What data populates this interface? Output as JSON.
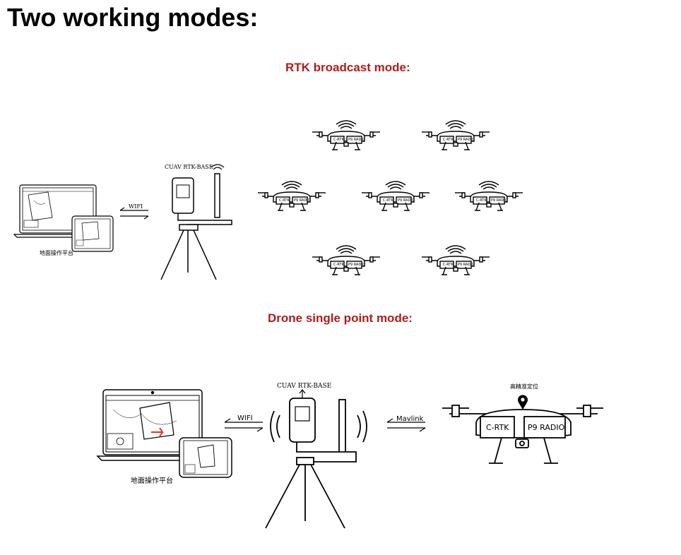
{
  "page": {
    "title": "Two working modes:",
    "accent_color": "#b01c1c"
  },
  "rtk_broadcast": {
    "title": "RTK broadcast mode:",
    "ground_station_label": "地面操作平台",
    "link_label": "WIFI",
    "base_label": "CUAV  RTK-BASE",
    "drone_label_left": "C-RTK",
    "drone_label_right": "P9 RADIO"
  },
  "single_point": {
    "title": "Drone single point mode:",
    "ground_station_label": "地面操作平台",
    "link_wifi_label": "WIFI",
    "link_mavlink_label": "Mavlink",
    "base_label": "CUAV  RTK-BASE",
    "positioning_label": "高精准定位",
    "drone_label_left": "C-RTK",
    "drone_label_right": "P9 RADIO"
  }
}
